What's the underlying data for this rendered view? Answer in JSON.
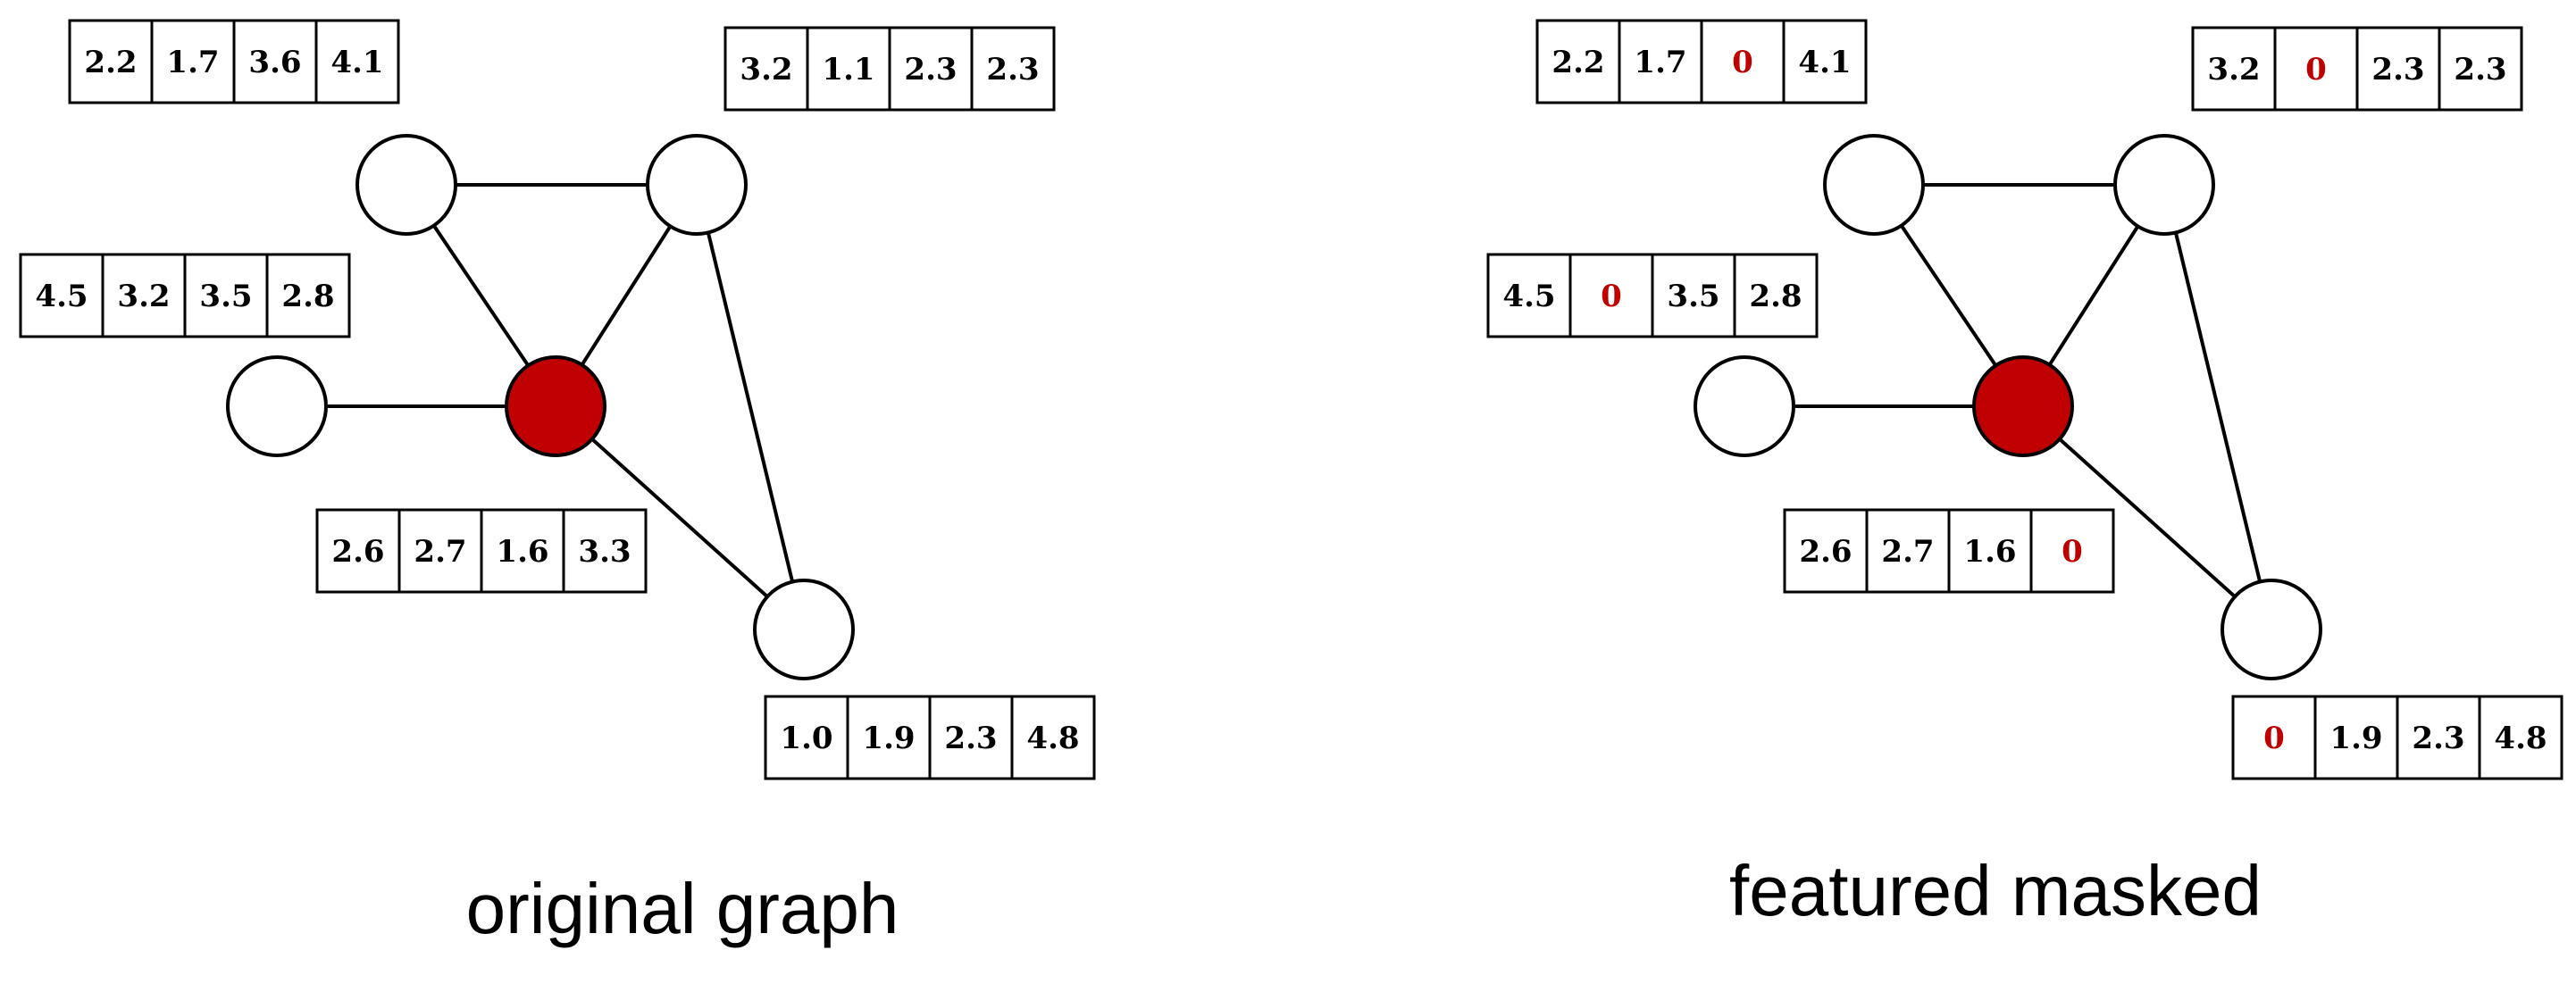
{
  "colors": {
    "highlight_node": "#c00000",
    "masked_value": "#c00000",
    "stroke": "#000000",
    "node_fill": "#ffffff"
  },
  "panels": [
    {
      "caption": "original graph",
      "nodes": [
        {
          "id": "top-left",
          "highlighted": false
        },
        {
          "id": "top-right",
          "highlighted": false
        },
        {
          "id": "left",
          "highlighted": false
        },
        {
          "id": "center",
          "highlighted": true
        },
        {
          "id": "bottom-right",
          "highlighted": false
        }
      ],
      "edges": [
        [
          "top-left",
          "top-right"
        ],
        [
          "top-left",
          "center"
        ],
        [
          "top-right",
          "center"
        ],
        [
          "top-right",
          "bottom-right"
        ],
        [
          "left",
          "center"
        ],
        [
          "center",
          "bottom-right"
        ]
      ],
      "vectors": [
        {
          "id": "top-left",
          "values": [
            "2.2",
            "1.7",
            "3.6",
            "4.1"
          ],
          "masked": [
            false,
            false,
            false,
            false
          ]
        },
        {
          "id": "top-right",
          "values": [
            "3.2",
            "1.1",
            "2.3",
            "2.3"
          ],
          "masked": [
            false,
            false,
            false,
            false
          ]
        },
        {
          "id": "left",
          "values": [
            "4.5",
            "3.2",
            "3.5",
            "2.8"
          ],
          "masked": [
            false,
            false,
            false,
            false
          ]
        },
        {
          "id": "center",
          "values": [
            "2.6",
            "2.7",
            "1.6",
            "3.3"
          ],
          "masked": [
            false,
            false,
            false,
            false
          ]
        },
        {
          "id": "bottom-right",
          "values": [
            "1.0",
            "1.9",
            "2.3",
            "4.8"
          ],
          "masked": [
            false,
            false,
            false,
            false
          ]
        }
      ]
    },
    {
      "caption": "featured masked",
      "nodes": [
        {
          "id": "top-left",
          "highlighted": false
        },
        {
          "id": "top-right",
          "highlighted": false
        },
        {
          "id": "left",
          "highlighted": false
        },
        {
          "id": "center",
          "highlighted": true
        },
        {
          "id": "bottom-right",
          "highlighted": false
        }
      ],
      "edges": [
        [
          "top-left",
          "top-right"
        ],
        [
          "top-left",
          "center"
        ],
        [
          "top-right",
          "center"
        ],
        [
          "top-right",
          "bottom-right"
        ],
        [
          "left",
          "center"
        ],
        [
          "center",
          "bottom-right"
        ]
      ],
      "vectors": [
        {
          "id": "top-left",
          "values": [
            "2.2",
            "1.7",
            "0",
            "4.1"
          ],
          "masked": [
            false,
            false,
            true,
            false
          ]
        },
        {
          "id": "top-right",
          "values": [
            "3.2",
            "0",
            "2.3",
            "2.3"
          ],
          "masked": [
            false,
            true,
            false,
            false
          ]
        },
        {
          "id": "left",
          "values": [
            "4.5",
            "0",
            "3.5",
            "2.8"
          ],
          "masked": [
            false,
            true,
            false,
            false
          ]
        },
        {
          "id": "center",
          "values": [
            "2.6",
            "2.7",
            "1.6",
            "0"
          ],
          "masked": [
            false,
            false,
            false,
            true
          ]
        },
        {
          "id": "bottom-right",
          "values": [
            "0",
            "1.9",
            "2.3",
            "4.8"
          ],
          "masked": [
            true,
            false,
            false,
            false
          ]
        }
      ]
    }
  ]
}
